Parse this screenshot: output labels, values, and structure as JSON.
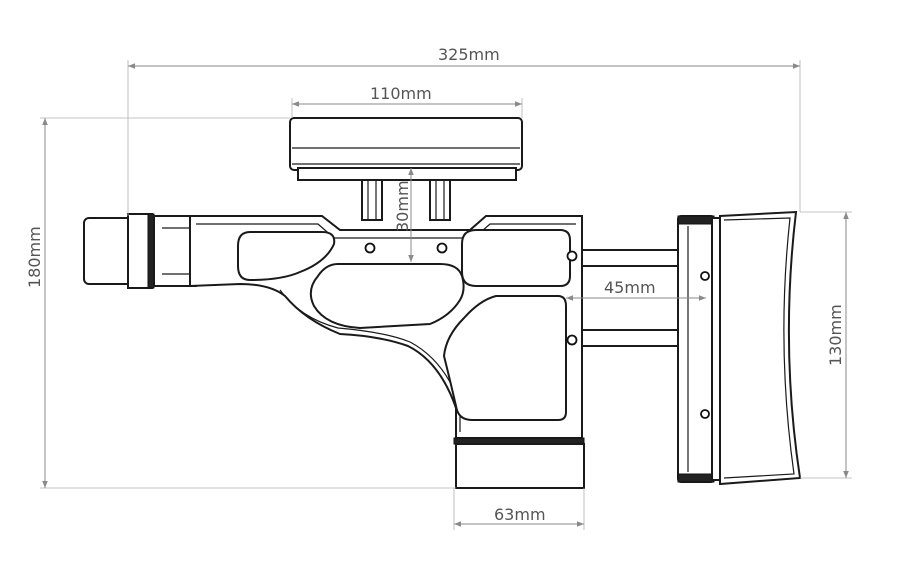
{
  "dimensions": {
    "overall_length": "325mm",
    "cheek_width": "110mm",
    "riser_height": "30mm",
    "overall_height": "180mm",
    "butt_height": "130mm",
    "lop_extension": "45mm",
    "grip_width": "63mm"
  },
  "colors": {
    "line": "#1a1a1a",
    "dimension": "#8a8a8a",
    "text": "#555555"
  }
}
